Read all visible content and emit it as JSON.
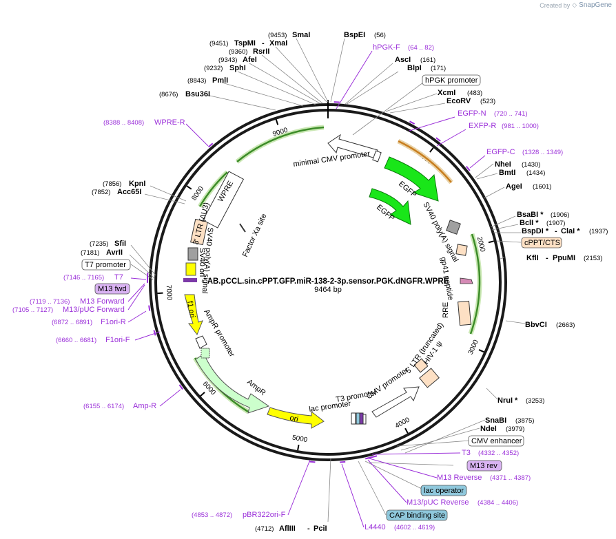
{
  "credit": {
    "prefix": "Created by",
    "brand": "SnapGene"
  },
  "plasmid": {
    "name": "AB.pCCL.sin.cPPT.GFP.miR-138-2-3p.sensor.PGK.dNGFR.WPRE",
    "size": "9464 bp",
    "length": 9464
  },
  "ticks": [
    {
      "label": "1000",
      "pos": 1000
    },
    {
      "label": "2000",
      "pos": 2000
    },
    {
      "label": "3000",
      "pos": 3000
    },
    {
      "label": "4000",
      "pos": 4000
    },
    {
      "label": "5000",
      "pos": 5000
    },
    {
      "label": "6000",
      "pos": 6000
    },
    {
      "label": "7000",
      "pos": 7000
    },
    {
      "label": "8000",
      "pos": 8000
    },
    {
      "label": "9000",
      "pos": 9000
    }
  ],
  "enzymes": [
    {
      "name": "SmaI",
      "pos": "(9453)",
      "site": 9453
    },
    {
      "name": "TspMI",
      "name2": "XmaI",
      "pos": "(9451)",
      "site": 9451
    },
    {
      "name": "RsrII",
      "pos": "(9360)",
      "site": 9360
    },
    {
      "name": "AfeI",
      "pos": "(9343)",
      "site": 9343
    },
    {
      "name": "SphI",
      "pos": "(9232)",
      "site": 9232
    },
    {
      "name": "PmlI",
      "pos": "(8843)",
      "site": 8843
    },
    {
      "name": "Bsu36I",
      "pos": "(8676)",
      "site": 8676
    },
    {
      "name": "KpnI",
      "pos": "(7856)",
      "site": 7856
    },
    {
      "name": "Acc65I",
      "pos": "(7852)",
      "site": 7852
    },
    {
      "name": "SfiI",
      "pos": "(7235)",
      "site": 7235
    },
    {
      "name": "AvrII",
      "pos": "(7181)",
      "site": 7181
    },
    {
      "name": "BspEI",
      "pos": "(56)",
      "site": 56
    },
    {
      "name": "AscI",
      "pos": "(161)",
      "site": 161
    },
    {
      "name": "BlpI",
      "pos": "(171)",
      "site": 171
    },
    {
      "name": "XcmI",
      "pos": "(483)",
      "site": 483
    },
    {
      "name": "EcoRV",
      "pos": "(523)",
      "site": 523
    },
    {
      "name": "NheI",
      "pos": "(1430)",
      "site": 1430
    },
    {
      "name": "BmtI",
      "pos": "(1434)",
      "site": 1434
    },
    {
      "name": "AgeI",
      "pos": "(1601)",
      "site": 1601
    },
    {
      "name": "BsaBI *",
      "pos": "(1906)",
      "site": 1906
    },
    {
      "name": "BclI *",
      "pos": "(1907)",
      "site": 1907
    },
    {
      "name": "BspDI *",
      "name2": "ClaI *",
      "pos": "(1937)",
      "site": 1937
    },
    {
      "name": "KflI",
      "name2": "PpuMI",
      "pos": "(2153)",
      "site": 2153
    },
    {
      "name": "BbvCI",
      "pos": "(2663)",
      "site": 2663
    },
    {
      "name": "NruI *",
      "pos": "(3253)",
      "site": 3253
    },
    {
      "name": "SnaBI",
      "pos": "(3875)",
      "site": 3875
    },
    {
      "name": "NdeI",
      "pos": "(3979)",
      "site": 3979
    },
    {
      "name": "AflIII",
      "name2": "PciI",
      "pos": "(4712)",
      "site": 4712
    }
  ],
  "primers": [
    {
      "name": "hPGK-F",
      "range": "(64 .. 82)",
      "site": 73
    },
    {
      "name": "EGFP-N",
      "range": "(720 .. 741)",
      "site": 730
    },
    {
      "name": "EXFP-R",
      "range": "(981 .. 1000)",
      "site": 990
    },
    {
      "name": "EGFP-C",
      "range": "(1328 .. 1349)",
      "site": 1338
    },
    {
      "name": "WPRE-R",
      "range": "(8388 .. 8408)",
      "site": 8398
    },
    {
      "name": "T7",
      "range": "(7146 .. 7165)",
      "site": 7155
    },
    {
      "name": "M13 Forward",
      "range": "(7119 .. 7136)",
      "site": 7127
    },
    {
      "name": "M13/pUC Forward",
      "range": "(7105 .. 7127)",
      "site": 7116
    },
    {
      "name": "F1ori-R",
      "range": "(6872 .. 6891)",
      "site": 6881
    },
    {
      "name": "F1ori-F",
      "range": "(6660 .. 6681)",
      "site": 6670
    },
    {
      "name": "Amp-R",
      "range": "(6155 .. 6174)",
      "site": 6164
    },
    {
      "name": "pBR322ori-F",
      "range": "(4853 .. 4872)",
      "site": 4862
    },
    {
      "name": "L4440",
      "range": "(4602 .. 4619)",
      "site": 4610
    },
    {
      "name": "T3",
      "range": "(4332 .. 4352)",
      "site": 4342
    },
    {
      "name": "M13 Reverse",
      "range": "(4371 .. 4387)",
      "site": 4379
    },
    {
      "name": "M13/pUC Reverse",
      "range": "(4384 .. 4406)",
      "site": 4395
    }
  ],
  "boxed_labels": {
    "hpgk_promoter": "hPGK promoter",
    "cppt_cts": "cPPT/CTS",
    "t7_promoter": "T7 promoter",
    "m13_fwd": "M13 fwd",
    "cmv_enhancer": "CMV enhancer",
    "m13_rev": "M13 rev",
    "lac_operator": "lac operator",
    "cap_binding_site": "CAP binding site"
  },
  "features": {
    "minimal_cmv_promoter": "minimal CMV promoter",
    "egfp_outer": "EGFP",
    "egfp_inner": "EGFP",
    "sv40_polya_right": "SV40 poly(A) signal",
    "gp41_peptide": "gp41 peptide",
    "rre": "RRE",
    "hiv1_psi": "HIV-1 ψ",
    "ltr5_truncated": "5' LTR (truncated)",
    "cmv_promoter": "CMV promoter",
    "t3_promoter": "T3 promoter",
    "lac_promoter": "lac promoter",
    "ori": "ori",
    "ampr": "AmpR",
    "ampr_promoter": "AmpR promoter",
    "f1_ori": "f1 ori",
    "sv40_ori": "SV40 ori",
    "sv40_polya_left": "SV40 poly(A) signal",
    "ltr3": "3' LTR (ΔU3)",
    "wpre": "WPRE",
    "factor_xa": "Factor Xa site"
  },
  "colors": {
    "backbone": "#1a1a1a",
    "primer": "#9b30d9",
    "egfp": "#19e619",
    "ori": "#ffff00",
    "ampr": "#ccffcc",
    "ltr": "#fde0c4",
    "promoter": "#ffffff",
    "misc_grey": "#a0a0a0",
    "arc_green": "#3c8c28",
    "arc_orange": "#c87d1e",
    "lac_operator_box": "#8fc8dc",
    "m13_box": "#d9b3f2",
    "cppt_box": "#fde0c4"
  }
}
